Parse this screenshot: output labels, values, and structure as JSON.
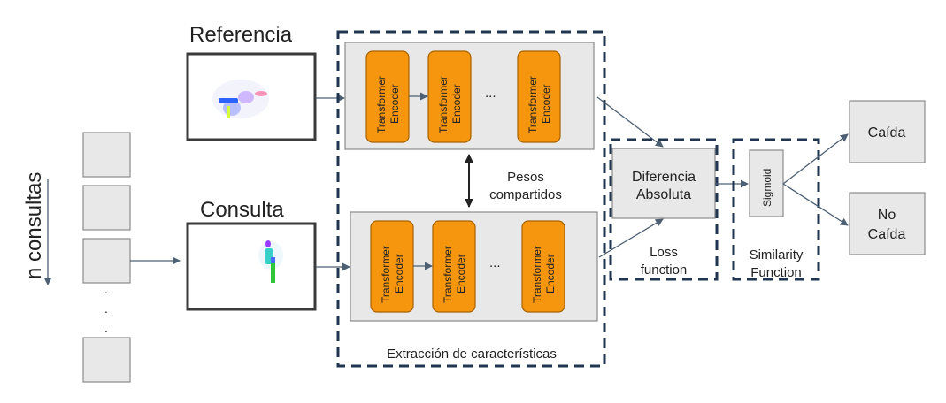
{
  "labels": {
    "referencia": "Referencia",
    "consulta": "Consulta",
    "n_consultas": "n consultas",
    "transformer_encoder_line1": "Transformer",
    "transformer_encoder_line2": "Encoder",
    "ellipsis": "...",
    "pesos_line1": "Pesos",
    "pesos_line2": "compartidos",
    "diferencia_line1": "Diferencia",
    "diferencia_line2": "Absoluta",
    "loss_line1": "Loss",
    "loss_line2": "function",
    "sigmoid": "Sigmoid",
    "similarity_line1": "Similarity",
    "similarity_line2": "Function",
    "caida": "Caída",
    "no_caida_line1": "No",
    "no_caida_line2": "Caída",
    "extraccion": "Extracción de características",
    "dot": "."
  },
  "colors": {
    "encoder_fill": "#f6960f",
    "panel_fill": "#e8e8e8",
    "dashed_border": "#1f3550"
  }
}
